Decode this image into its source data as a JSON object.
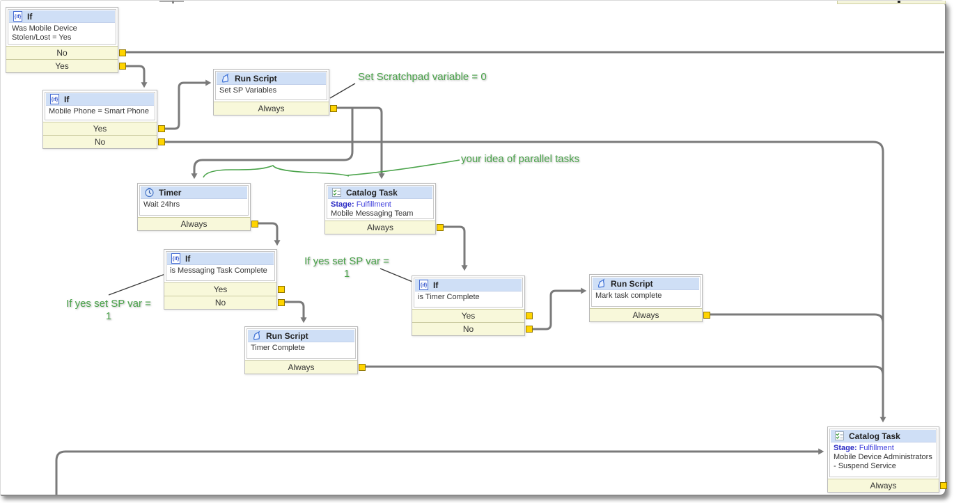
{
  "workflow": {
    "activities": [
      {
        "id": "if-stolen",
        "type": "If",
        "name": "Was Mobile Device Stolen/Lost = Yes",
        "outputs": [
          "No",
          "Yes"
        ]
      },
      {
        "id": "if-smartphone",
        "type": "If",
        "name": "Mobile Phone = Smart Phone",
        "outputs": [
          "Yes",
          "No"
        ]
      },
      {
        "id": "run-set-sp-variables",
        "type": "Run Script",
        "name": "Set SP Variables",
        "outputs": [
          "Always"
        ]
      },
      {
        "id": "timer-wait",
        "type": "Timer",
        "name": "Wait 24hrs",
        "outputs": [
          "Always"
        ]
      },
      {
        "id": "catalog-messaging",
        "type": "Catalog Task",
        "stage_label": "Stage:",
        "stage_value": "Fulfillment",
        "name": "Mobile Messaging Team",
        "outputs": [
          "Always"
        ]
      },
      {
        "id": "if-messaging-complete",
        "type": "If",
        "name": "is Messaging Task Complete",
        "outputs": [
          "Yes",
          "No"
        ]
      },
      {
        "id": "if-timer-complete",
        "type": "If",
        "name": "is Timer Complete",
        "outputs": [
          "Yes",
          "No"
        ]
      },
      {
        "id": "run-mark-complete",
        "type": "Run Script",
        "name": "Mark task complete",
        "outputs": [
          "Always"
        ]
      },
      {
        "id": "run-timer-complete",
        "type": "Run Script",
        "name": "Timer Complete",
        "outputs": [
          "Always"
        ]
      },
      {
        "id": "catalog-suspend",
        "type": "Catalog Task",
        "stage_label": "Stage:",
        "stage_value": "Fulfillment",
        "name": "Mobile Device Administrators - Suspend Service",
        "outputs": [
          "Always"
        ]
      }
    ],
    "annotations": [
      {
        "id": "scratchpad-note",
        "text": "Set Scratchpad variable = 0"
      },
      {
        "id": "parallel-note",
        "text": "your idea of parallel tasks"
      },
      {
        "id": "sp-var-note-left",
        "text": "If yes set SP var =",
        "text2": "1"
      },
      {
        "id": "sp-var-note-right",
        "text": "If yes set SP var =",
        "text2": "1"
      }
    ],
    "colors": {
      "header_blue": "#cfdff6",
      "row_yellow": "#f8f8da",
      "connector_yellow": "#ffd400",
      "line_gray": "#7a7a7a",
      "annotation_green": "#4aa34a",
      "stage_blue": "#2b2bc4"
    }
  }
}
